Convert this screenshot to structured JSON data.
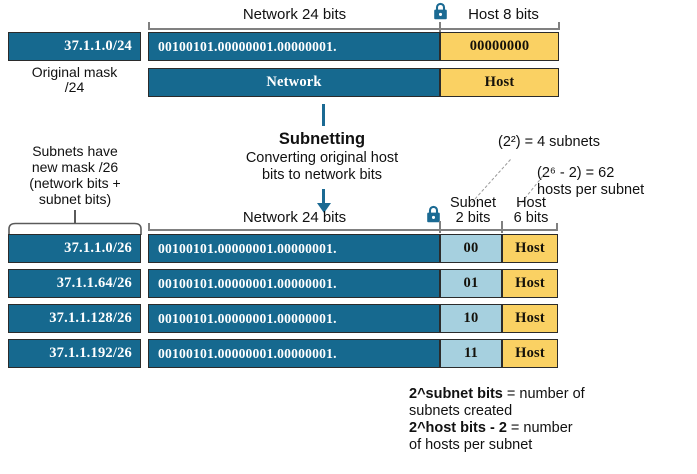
{
  "colors": {
    "network_blue": "#16698f",
    "host_yellow": "#fad163",
    "subnet_lightblue": "#a6d0df",
    "accent_teal": "#1b6a93",
    "ruler_grey": "#808080",
    "leader_grey": "#9a9a9a"
  },
  "top_section": {
    "ruler": {
      "network_label": "Network 24 bits",
      "host_label": "Host 8 bits",
      "lock_icon": "lock-icon"
    },
    "ip_label": "37.1.1.0/24",
    "mask_caption_line1": "Original mask",
    "mask_caption_line2": "/24",
    "binary_network": "00100101.00000001.00000001.",
    "binary_host": "00000000",
    "field_network": "Network",
    "field_host": "Host"
  },
  "subnetting": {
    "title": "Subnetting",
    "desc_line1": "Converting original host",
    "desc_line2": "bits to network bits"
  },
  "left_note": {
    "line1": "Subnets have",
    "line2": "new mask /26",
    "line3": "(network bits +",
    "line4": "subnet bits)"
  },
  "annotations": {
    "subnets_formula": "(2²) = 4 subnets",
    "hosts_formula_line1": "(2⁶ - 2) = 62",
    "hosts_formula_line2": "hosts per subnet"
  },
  "bottom_ruler": {
    "network_label": "Network 24 bits",
    "subnet_label_line1": "Subnet",
    "subnet_label_line2": "2 bits",
    "host_label_line1": "Host",
    "host_label_line2": "6 bits",
    "lock_icon": "lock-icon"
  },
  "subnet_rows": [
    {
      "ip": "37.1.1.0/26",
      "binary": "00100101.00000001.00000001.",
      "subnet_bits": "00",
      "host": "Host"
    },
    {
      "ip": "37.1.1.64/26",
      "binary": "00100101.00000001.00000001.",
      "subnet_bits": "01",
      "host": "Host"
    },
    {
      "ip": "37.1.1.128/26",
      "binary": "00100101.00000001.00000001.",
      "subnet_bits": "10",
      "host": "Host"
    },
    {
      "ip": "37.1.1.192/26",
      "binary": "00100101.00000001.00000001.",
      "subnet_bits": "11",
      "host": "Host"
    }
  ],
  "footer": {
    "formula1_bold": "2^subnet bits",
    "formula1_rest": " = number of",
    "formula1_line2": "subnets created",
    "formula2_bold": "2^host bits - 2",
    "formula2_rest": " = number",
    "formula2_line2": "of hosts per subnet"
  }
}
